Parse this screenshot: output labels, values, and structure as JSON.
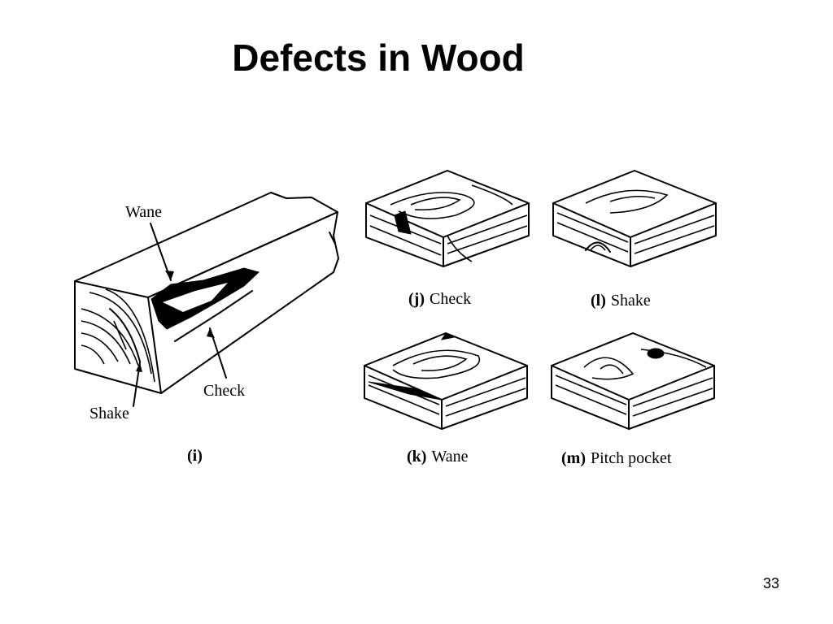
{
  "slide": {
    "title": "Defects in Wood",
    "page_number": "33"
  },
  "figure_i": {
    "labels": {
      "wane": "Wane",
      "check": "Check",
      "shake": "Shake"
    },
    "caption": "(i)"
  },
  "panels": [
    {
      "id": "j",
      "caption_letter": "(j)",
      "caption_text": "Check"
    },
    {
      "id": "l",
      "caption_letter": "(l)",
      "caption_text": "Shake"
    },
    {
      "id": "k",
      "caption_letter": "(k)",
      "caption_text": "Wane"
    },
    {
      "id": "m",
      "caption_letter": "(m)",
      "caption_text": "Pitch pocket"
    }
  ]
}
